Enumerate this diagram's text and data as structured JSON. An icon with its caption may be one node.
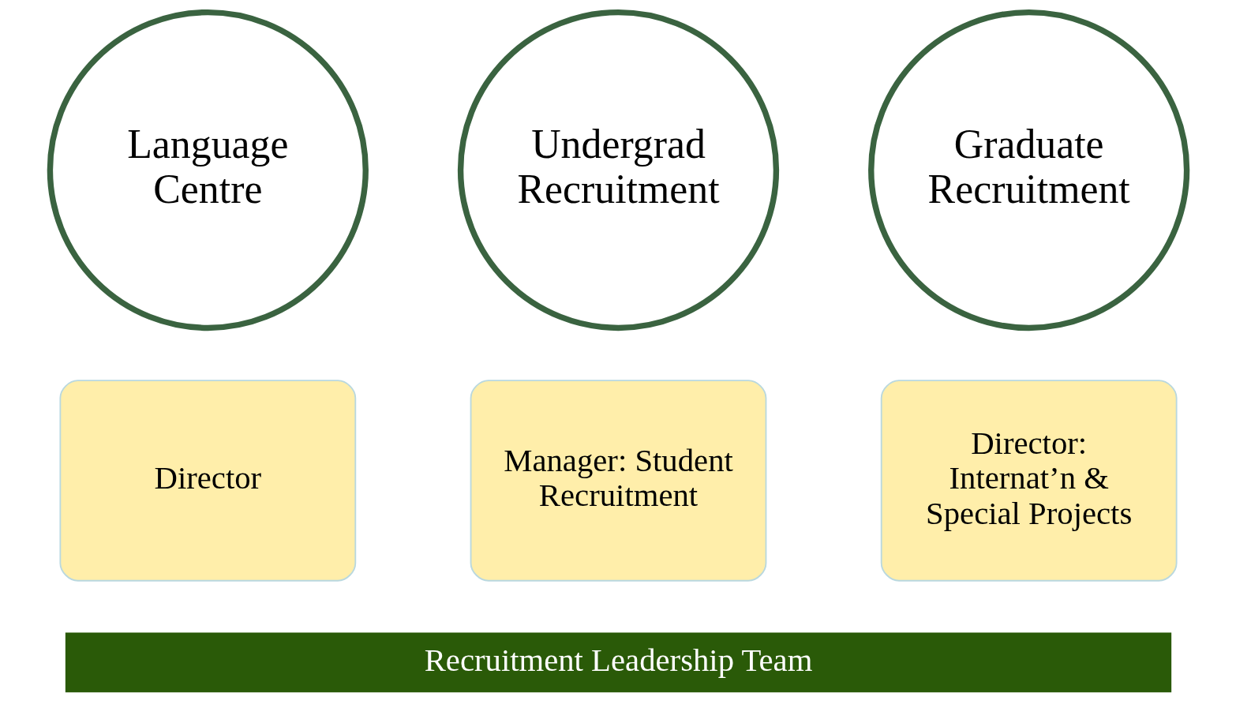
{
  "diagram": {
    "nodes": [
      {
        "text": [
          "Language Centre"
        ]
      },
      {
        "text": [
          "Undergrad Recruitment"
        ]
      },
      {
        "text": [
          "Graduate Recruitment"
        ]
      },
      {
        "text": [
          "Director"
        ]
      },
      {
        "text": [
          "Manager: Student Recruitment"
        ]
      },
      {
        "text": [
          "Director: Internat’n & Special Projects"
        ]
      },
      {
        "text": [
          "Recruitment Leadership Team"
        ]
      }
    ],
    "edges": []
  }
}
